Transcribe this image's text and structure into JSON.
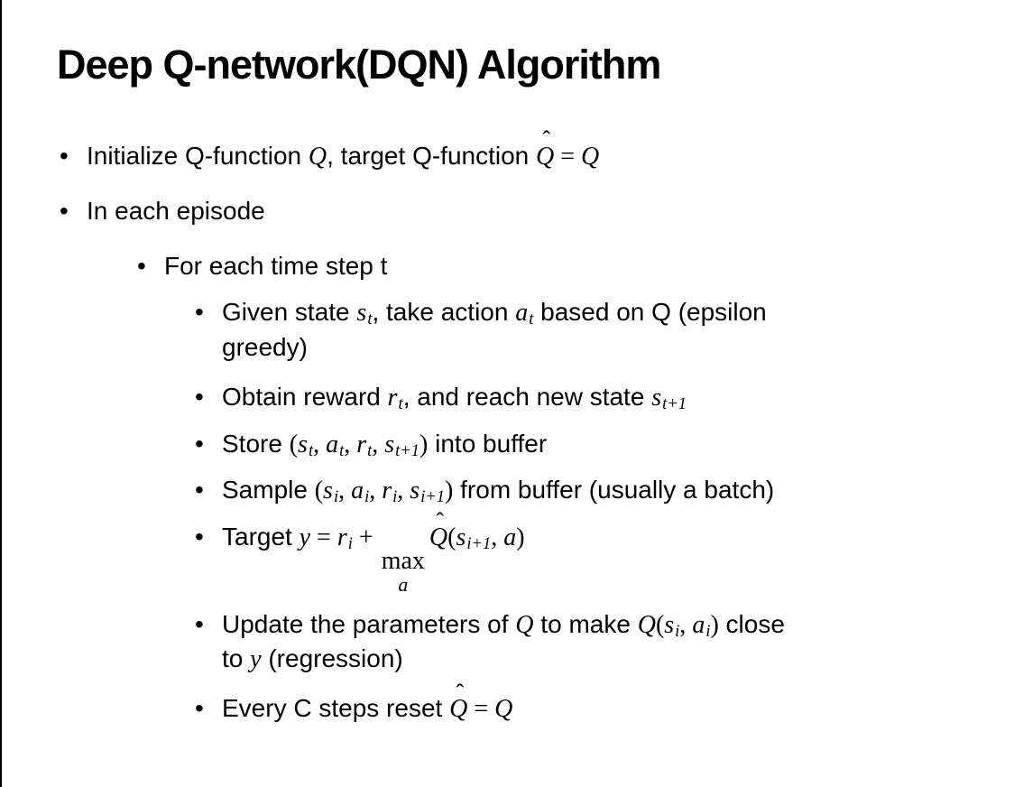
{
  "page": {
    "title": "Deep Q-network(DQN) Algorithm"
  },
  "colors": {
    "background": "#ffffff",
    "text": "#000000",
    "frame_border": "#000000"
  },
  "glyphs": {
    "bullet": "•",
    "hat": "ˆ"
  },
  "bullets": [
    {
      "level": 1,
      "id": "init",
      "runs": [
        {
          "k": "t",
          "v": "Initialize Q-function "
        },
        {
          "k": "m",
          "v": "Q"
        },
        {
          "k": "t",
          "v": ", target Q-function "
        },
        {
          "k": "hat",
          "v": "Q"
        },
        {
          "k": "o",
          "v": " = "
        },
        {
          "k": "m",
          "v": "Q"
        }
      ]
    },
    {
      "level": 1,
      "id": "episode",
      "runs": [
        {
          "k": "t",
          "v": "In each episode"
        }
      ]
    },
    {
      "level": 2,
      "id": "timestep",
      "runs": [
        {
          "k": "t",
          "v": "For each time step t"
        }
      ]
    },
    {
      "level": 3,
      "id": "given",
      "runs": [
        {
          "k": "t",
          "v": "Given state "
        },
        {
          "k": "sub",
          "b": "s",
          "s": "t"
        },
        {
          "k": "t",
          "v": ", take action "
        },
        {
          "k": "sub",
          "b": "a",
          "s": "t"
        },
        {
          "k": "t",
          "v": " based on Q (epsilon"
        },
        {
          "k": "br"
        },
        {
          "k": "t",
          "v": "greedy)"
        }
      ]
    },
    {
      "level": 3,
      "id": "obtain",
      "runs": [
        {
          "k": "t",
          "v": "Obtain reward "
        },
        {
          "k": "sub",
          "b": "r",
          "s": "t"
        },
        {
          "k": "t",
          "v": ", and reach new state "
        },
        {
          "k": "sub",
          "b": "s",
          "s": "t+1"
        }
      ]
    },
    {
      "level": 3,
      "id": "store",
      "runs": [
        {
          "k": "t",
          "v": "Store "
        },
        {
          "k": "o",
          "v": "("
        },
        {
          "k": "sub",
          "b": "s",
          "s": "t"
        },
        {
          "k": "o",
          "v": ", "
        },
        {
          "k": "sub",
          "b": "a",
          "s": "t"
        },
        {
          "k": "o",
          "v": ", "
        },
        {
          "k": "sub",
          "b": "r",
          "s": "t"
        },
        {
          "k": "o",
          "v": ", "
        },
        {
          "k": "sub",
          "b": "s",
          "s": "t+1"
        },
        {
          "k": "o",
          "v": ")"
        },
        {
          "k": "t",
          "v": " into buffer"
        }
      ]
    },
    {
      "level": 3,
      "id": "sample",
      "runs": [
        {
          "k": "t",
          "v": "Sample "
        },
        {
          "k": "o",
          "v": "("
        },
        {
          "k": "sub",
          "b": "s",
          "s": "i"
        },
        {
          "k": "o",
          "v": ", "
        },
        {
          "k": "sub",
          "b": "a",
          "s": "i"
        },
        {
          "k": "o",
          "v": ", "
        },
        {
          "k": "sub",
          "b": "r",
          "s": "i"
        },
        {
          "k": "o",
          "v": ", "
        },
        {
          "k": "sub",
          "b": "s",
          "s": "i+1"
        },
        {
          "k": "o",
          "v": ")"
        },
        {
          "k": "t",
          "v": " from buffer (usually a batch)"
        }
      ]
    },
    {
      "level": 3,
      "id": "target",
      "runs": [
        {
          "k": "t",
          "v": "Target "
        },
        {
          "k": "m",
          "v": "y"
        },
        {
          "k": "o",
          "v": " = "
        },
        {
          "k": "sub",
          "b": "r",
          "s": "i"
        },
        {
          "k": "o",
          "v": " + "
        },
        {
          "k": "max",
          "w": "max",
          "s": "a"
        },
        {
          "k": "hat",
          "v": "Q"
        },
        {
          "k": "o",
          "v": "("
        },
        {
          "k": "sub",
          "b": "s",
          "s": "i+1"
        },
        {
          "k": "o",
          "v": ", "
        },
        {
          "k": "m",
          "v": "a"
        },
        {
          "k": "o",
          "v": ")"
        }
      ]
    },
    {
      "level": 3,
      "id": "update",
      "runs": [
        {
          "k": "t",
          "v": "Update the parameters of "
        },
        {
          "k": "m",
          "v": "Q"
        },
        {
          "k": "t",
          "v": " to make "
        },
        {
          "k": "m",
          "v": "Q"
        },
        {
          "k": "o",
          "v": "("
        },
        {
          "k": "sub",
          "b": "s",
          "s": "i"
        },
        {
          "k": "o",
          "v": ", "
        },
        {
          "k": "sub",
          "b": "a",
          "s": "i"
        },
        {
          "k": "o",
          "v": ")"
        },
        {
          "k": "t",
          "v": " close"
        },
        {
          "k": "br"
        },
        {
          "k": "t",
          "v": "to "
        },
        {
          "k": "m",
          "v": "y"
        },
        {
          "k": "t",
          "v": " (regression)"
        }
      ]
    },
    {
      "level": 3,
      "id": "reset",
      "runs": [
        {
          "k": "t",
          "v": "Every C steps reset "
        },
        {
          "k": "hat",
          "v": "Q"
        },
        {
          "k": "o",
          "v": " = "
        },
        {
          "k": "m",
          "v": "Q"
        }
      ]
    }
  ]
}
